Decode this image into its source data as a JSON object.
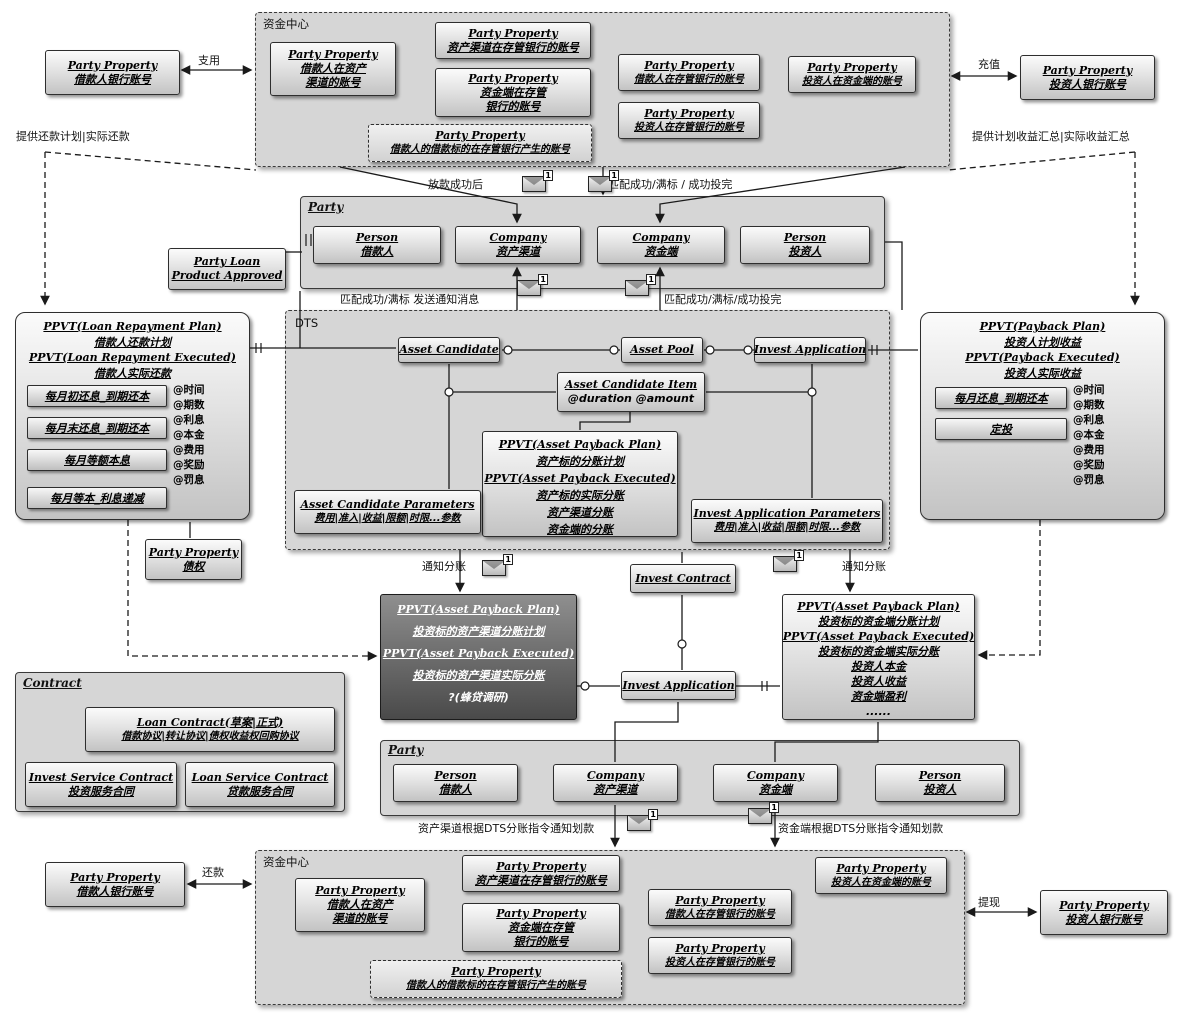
{
  "meta": {
    "badge": "1"
  },
  "groups": {
    "capital_center_top": "资金中心",
    "capital_center_bottom": "资金中心",
    "party_top": "Party",
    "party_bottom": "Party",
    "dts": "DTS",
    "contract": "Contract"
  },
  "edge_labels": {
    "zhiyong": "支用",
    "chongzhi": "充值",
    "huankuan": "还款",
    "tixian": "提现",
    "provide_repayment": "提供还款计划|实际还款",
    "provide_income": "提供计划收益汇总|实际收益汇总",
    "loan_success": "放款成功后",
    "match_top": "匹配成功/满标 / 成功投完",
    "match_notify": "匹配成功/满标 发送通知消息",
    "match_right": "匹配成功/满标/成功投完",
    "notify_left": "通知分账",
    "notify_right": "通知分账",
    "channel_transfer": "资产渠道根据DTS分账指令通知划款",
    "funder_transfer": "资金端根据DTS分账指令通知划款"
  },
  "bank": {
    "top_left": {
      "title": "Party Property",
      "name": "借款人银行账号"
    },
    "top_right": {
      "title": "Party Property",
      "name": "投资人银行账号"
    },
    "bottom_left": {
      "title": "Party Property",
      "name": "借款人银行账号"
    },
    "bottom_right": {
      "title": "Party Property",
      "name": "投资人银行账号"
    }
  },
  "cc_top": {
    "pp1": {
      "title": "Party Property",
      "l1": "借款人在资产",
      "l2": "渠道的账号"
    },
    "pp2": {
      "title": "Party Property",
      "l1": "资产渠道在存管银行的账号"
    },
    "pp3": {
      "title": "Party Property",
      "l1": "资金端在存管",
      "l2": "银行的账号"
    },
    "pp4": {
      "title": "Party Property",
      "l1": "借款人在存管银行的账号"
    },
    "pp5": {
      "title": "Party Property",
      "l1": "投资人在存管银行的账号"
    },
    "pp6": {
      "title": "Party Property",
      "l1": "投资人在资金端的账号"
    },
    "pp7": {
      "title": "Party Property",
      "l1": "借款人的借款标的在存管银行产生的账号"
    }
  },
  "cc_bottom": {
    "pp1": {
      "title": "Party Property",
      "l1": "借款人在资产",
      "l2": "渠道的账号"
    },
    "pp2": {
      "title": "Party Property",
      "l1": "资产渠道在存管银行的账号"
    },
    "pp3": {
      "title": "Party Property",
      "l1": "资金端在存管",
      "l2": "银行的账号"
    },
    "pp4": {
      "title": "Party Property",
      "l1": "借款人在存管银行的账号"
    },
    "pp5": {
      "title": "Party Property",
      "l1": "投资人在存管银行的账号"
    },
    "pp6": {
      "title": "Party Property",
      "l1": "投资人在资金端的账号"
    },
    "pp7": {
      "title": "Party Property",
      "l1": "借款人的借款标的在存管银行产生的账号"
    }
  },
  "party_top": {
    "m1": {
      "type": "Person",
      "name": "借款人"
    },
    "m2": {
      "type": "Company",
      "name": "资产渠道"
    },
    "m3": {
      "type": "Company",
      "name": "资金端"
    },
    "m4": {
      "type": "Person",
      "name": "投资人"
    }
  },
  "party_bottom": {
    "m1": {
      "type": "Person",
      "name": "借款人"
    },
    "m2": {
      "type": "Company",
      "name": "资产渠道"
    },
    "m3": {
      "type": "Company",
      "name": "资金端"
    },
    "m4": {
      "type": "Person",
      "name": "投资人"
    }
  },
  "plpa": {
    "l1": "Party Loan",
    "l2": "Product Approved"
  },
  "repay": {
    "h1": "PPVT(Loan Repayment Plan)",
    "h2": "借款人还款计划",
    "h3": "PPVT(Loan Repayment Executed)",
    "h4": "借款人实际还款",
    "i1": "每月初还息_到期还本",
    "i2": "每月末还息_到期还本",
    "i3": "每月等额本息",
    "i4": "每月等本_利息递减",
    "a1": "@时间",
    "a2": "@期数",
    "a3": "@利息",
    "a4": "@本金",
    "a5": "@费用",
    "a6": "@奖励",
    "a7": "@罚息"
  },
  "dts": {
    "asset_candidate": "Asset Candidate",
    "asset_pool": "Asset Pool",
    "invest_application": "Invest Application",
    "aci_title": "Asset Candidate Item",
    "aci_attrs": "@duration @amount",
    "apb1": "PPVT(Asset Payback Plan)",
    "apb2": "资产标的分账计划",
    "apb3": "PPVT(Asset Payback Executed)",
    "apb4": "资产标的实际分账",
    "apb5": "资产渠道分账",
    "apb6": "资金端的分账",
    "acp_title": "Asset Candidate Parameters",
    "acp_desc": "费用|准入|收益|限额|时限...参数",
    "iap_title": "Invest Application Parameters",
    "iap_desc": "费用|准入|收益|限额|时限...参数"
  },
  "payback": {
    "h1": "PPVT(Payback Plan)",
    "h2": "投资人计划收益",
    "h3": "PPVT(Payback Executed)",
    "h4": "投资人实际收益",
    "i1": "每月还息_到期还本",
    "i2": "定投",
    "a1": "@时间",
    "a2": "@期数",
    "a3": "@利息",
    "a4": "@本金",
    "a5": "@费用",
    "a6": "@奖励",
    "a7": "@罚息"
  },
  "zhaiquan": {
    "title": "Party Property",
    "name": "债权"
  },
  "channel_split": {
    "r1": "PPVT(Asset Payback Plan)",
    "r2": "投资标的资产渠道分账计划",
    "r3": "PPVT(Asset Payback Executed)",
    "r4": "投资标的资产渠道实际分账",
    "r5": "?(蜂贷调研)"
  },
  "invest_contract": {
    "title": "Invest Contract"
  },
  "invest_application_mid": {
    "title": "Invest Application"
  },
  "funder_split": {
    "r1": "PPVT(Asset Payback Plan)",
    "r2": "投资标的资金端分账计划",
    "r3": "PPVT(Asset Payback Executed)",
    "r4": "投资标的资金端实际分账",
    "r5": "投资人本金",
    "r6": "投资人收益",
    "r7": "资金端盈利",
    "r8": "......"
  },
  "contract": {
    "loan_title": "Loan Contract(草案|正式)",
    "loan_desc": "借款协议|转让协议|债权收益权回购协议",
    "invest_service_title": "Invest Service Contract",
    "invest_service_desc": "投资服务合同",
    "loan_service_title": "Loan Service Contract",
    "loan_service_desc": "贷款服务合同"
  }
}
